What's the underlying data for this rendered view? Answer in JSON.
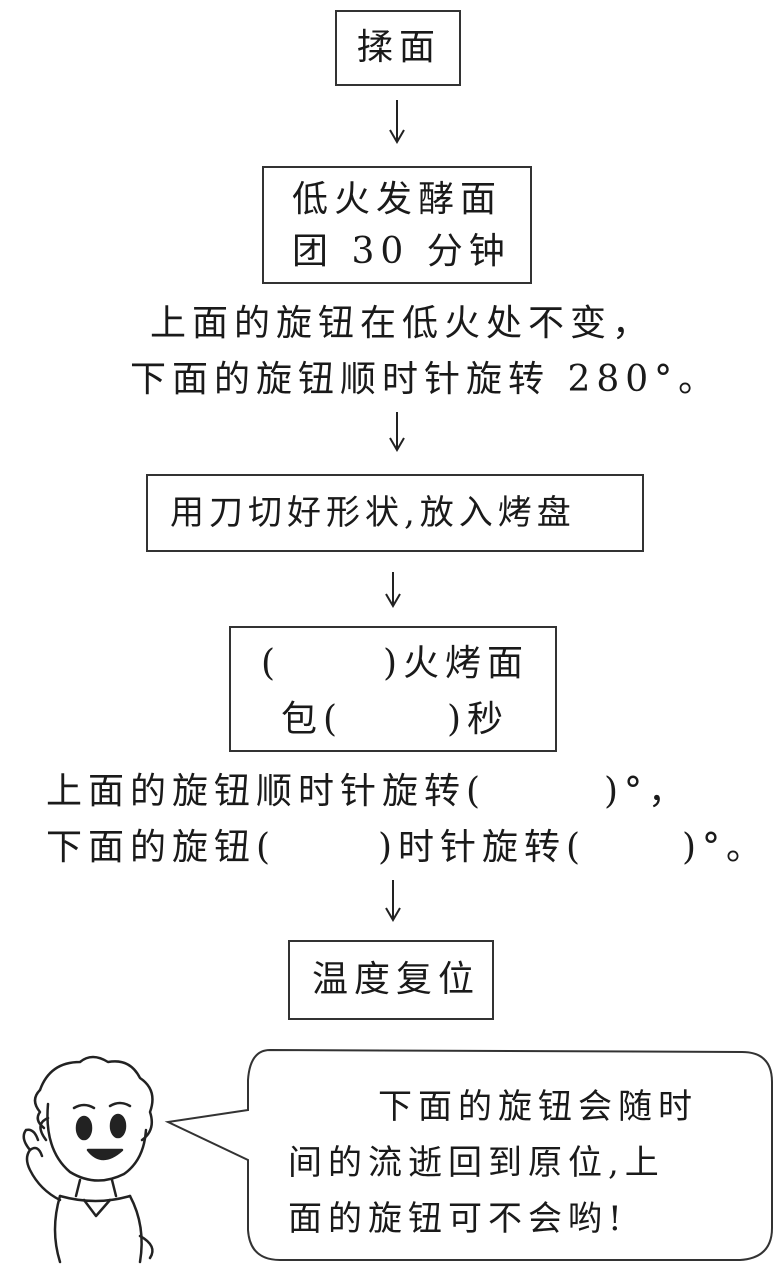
{
  "steps": {
    "knead": "揉面",
    "ferment_l1": "低火发酵面",
    "ferment_l2": "团 30 分钟",
    "note1_l1": "上面的旋钮在低火处不变，",
    "note1_l2": "下面的旋钮顺时针旋转 280°。",
    "cut": "用刀切好形状,放入烤盘",
    "bake_l1_open": "(",
    "bake_l1_close": ")火烤面",
    "bake_l2_start": "包(",
    "bake_l2_end": ")秒",
    "note2_l1_start": "上面的旋钮顺时针旋转(",
    "note2_l1_end": ")°，",
    "note2_l2_start": "下面的旋钮(",
    "note2_l2_mid": ")时针旋转(",
    "note2_l2_end": ")°。",
    "reset": "温度复位"
  },
  "bubble": {
    "line1": "下面的旋钮会随时",
    "line2": "间的流逝回到原位,上",
    "line3": "面的旋钮可不会哟!"
  },
  "icons": {
    "arrow": "down-arrow-icon",
    "character": "boy-character-icon"
  }
}
